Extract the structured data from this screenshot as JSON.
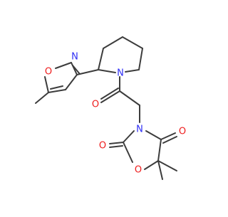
{
  "structure": {
    "atom_colors": {
      "N": "#2f2ff5",
      "O": "#ee1c1c",
      "C": "#3c3c3c"
    },
    "atom_labels": {
      "isoxazole_O": "O",
      "isoxazole_N": "N",
      "piperidine_N": "N",
      "carbonyl_O": "O",
      "oxazolidine_N": "N",
      "oxazolidine_C2_O": "O",
      "oxazolidine_C4_O": "O",
      "oxazolidine_ring_O": "O"
    }
  }
}
